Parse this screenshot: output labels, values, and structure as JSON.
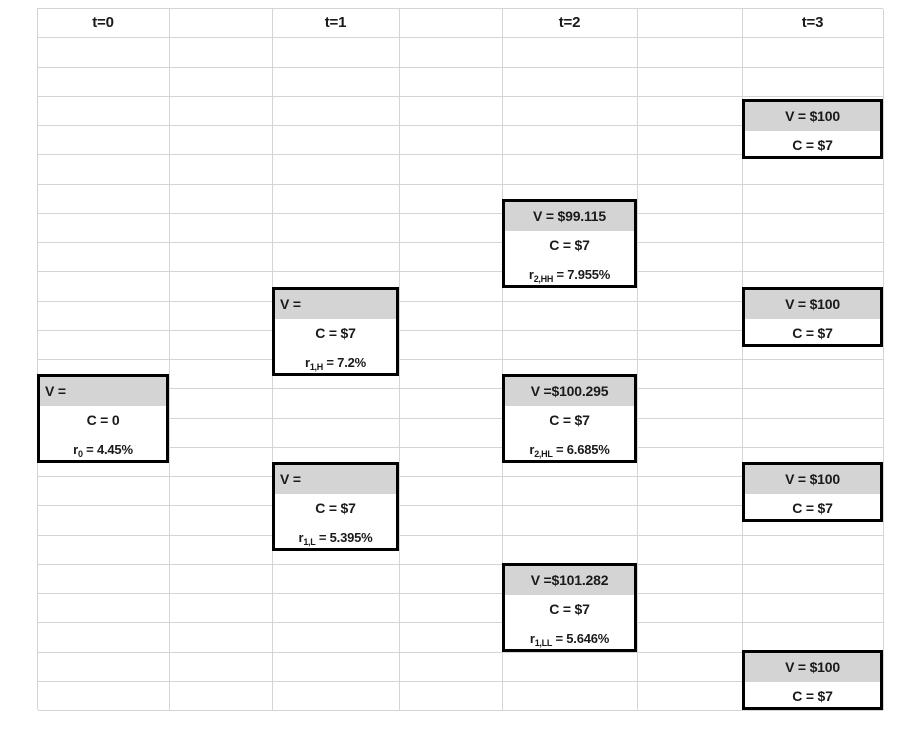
{
  "figure": {
    "kind": "binomial-interest-rate-tree",
    "background_color": "#ffffff",
    "gridline_color": "#d5d5d5",
    "node_border_color": "#000000",
    "value_row_fill": "#d4d4d4"
  },
  "headers": [
    {
      "label": "t=0"
    },
    {
      "label": "t=1"
    },
    {
      "label": "t=2"
    },
    {
      "label": "t=3"
    }
  ],
  "nodes": [
    {
      "id": "t0",
      "value_line": "V =",
      "value_align": "left",
      "coupon_line": "C = 0",
      "rate_label": "r",
      "rate_subscript": "0",
      "rate_line": " = 4.45%"
    },
    {
      "id": "t1-high",
      "value_line": "V =",
      "value_align": "left",
      "coupon_line": "C = $7",
      "rate_label": "r",
      "rate_subscript": "1,H",
      "rate_line": " = 7.2%"
    },
    {
      "id": "t1-low",
      "value_line": "V =",
      "value_align": "left",
      "coupon_line": "C = $7",
      "rate_label": "r",
      "rate_subscript": "1,L",
      "rate_line": " = 5.395%"
    },
    {
      "id": "t2-hh",
      "value_line": "V = $99.115",
      "value_align": "center",
      "coupon_line": "C = $7",
      "rate_label": "r",
      "rate_subscript": "2,HH",
      "rate_line": " = 7.955%"
    },
    {
      "id": "t2-hl",
      "value_line": "V =$100.295",
      "value_align": "center",
      "coupon_line": "C = $7",
      "rate_label": "r",
      "rate_subscript": "2,HL",
      "rate_line": " = 6.685%"
    },
    {
      "id": "t2-ll",
      "value_line": "V =$101.282",
      "value_align": "center",
      "coupon_line": "C = $7",
      "rate_label": "r",
      "rate_subscript": "1,LL",
      "rate_line": " = 5.646%"
    },
    {
      "id": "t3-hhh",
      "value_line": "V = $100",
      "value_align": "center",
      "coupon_line": "C = $7"
    },
    {
      "id": "t3-hhl",
      "value_line": "V = $100",
      "value_align": "center",
      "coupon_line": "C = $7"
    },
    {
      "id": "t3-hll",
      "value_line": "V = $100",
      "value_align": "center",
      "coupon_line": "C = $7"
    },
    {
      "id": "t3-lll",
      "value_line": "V = $100",
      "value_align": "center",
      "coupon_line": "C = $7"
    }
  ]
}
